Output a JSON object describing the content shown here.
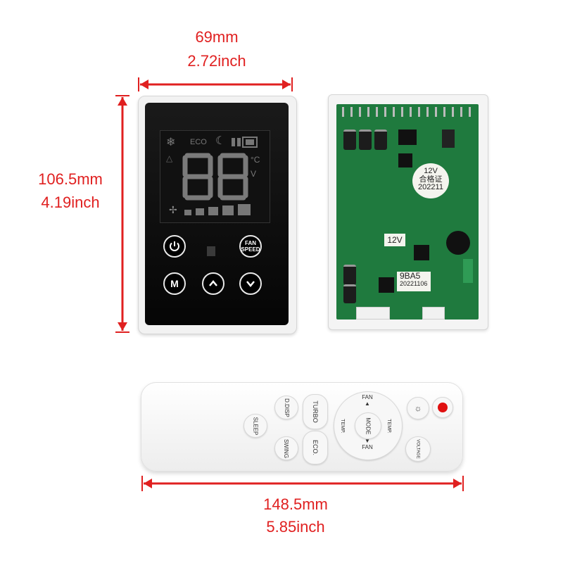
{
  "dimensions": {
    "panel_width_mm": "69mm",
    "panel_width_in": "2.72inch",
    "panel_height_mm": "106.5mm",
    "panel_height_in": "4.19inch",
    "remote_width_mm": "148.5mm",
    "remote_width_in": "5.85inch",
    "color": "#e02020"
  },
  "panel": {
    "lcd": {
      "eco": "ECO",
      "digits": "88",
      "unit_c": "°C",
      "unit_v": "V"
    },
    "buttons": {
      "power_icon": "power-icon",
      "fan_speed_line1": "FAN",
      "fan_speed_line2": "SPEED",
      "mode": "M",
      "up_icon": "chevron-up-icon",
      "down_icon": "chevron-down-icon"
    }
  },
  "pcb": {
    "label_12v_a": "12V",
    "label_cert": "合格证",
    "label_date_a": "202211",
    "label_12v_b": "12V",
    "label_model": "9BA5",
    "label_date_b": "20221106"
  },
  "remote": {
    "d_disp": "D.DISP",
    "sleep": "SLEEP",
    "swing": "SWING",
    "turbo": "TURBO",
    "eco": "ECO.",
    "fan_top": "FAN",
    "fan_bottom": "FAN",
    "mode": "MODE",
    "temp_left": "TEMP.",
    "temp_right": "TEMP.",
    "voltage": "VOLTAGE",
    "power_color": "#e01010"
  }
}
